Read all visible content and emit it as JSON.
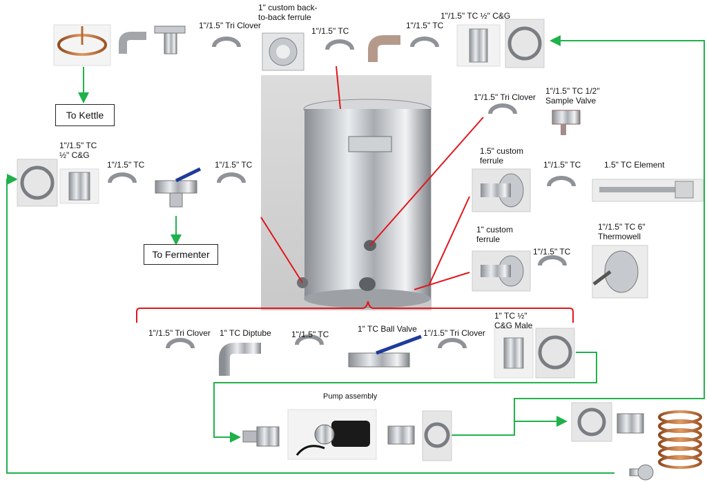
{
  "labels": {
    "tri_clover_1": "1\"/1.5\" Tri Clover",
    "ferrule_b2b": "1\" custom back-to-back ferrule",
    "tc_top_1": "1\"/1.5\" TC",
    "tc_top_2": "1\"/1.5\" TC",
    "tc_cg_top": "1\"/1.5\" TC ½\" C&G",
    "tri_clover_right": "1\"/1.5\" Tri Clover",
    "sample_valve": "1\"/1.5\" TC 1/2\" Sample Valve",
    "ferrule_15": "1.5\" custom ferrule",
    "tc_right_mid": "1\"/1.5\" TC",
    "tc_element": "1.5\" TC Element",
    "ferrule_1": "1\" custom ferrule",
    "tc_right_low": "1\"/1.5\" TC",
    "thermowell": "1\"/1.5\" TC 6\" Thermowell",
    "tc_cg_left": "1\"/1.5\" TC ½\" C&G",
    "tc_left_1": "1\"/1.5\" TC",
    "tc_left_2": "1\"/1.5\" TC",
    "bottom_tri_clover_1": "1\"/1.5\" Tri Clover",
    "diptube": "1\" TC Diptube",
    "bottom_tc": "1\"/1.5\" TC",
    "ball_valve": "1\" TC Ball Valve",
    "bottom_tri_clover_2": "1\"/1.5\" Tri Clover",
    "cg_male": "1\" TC ½\" C&G Male",
    "pump_assembly": "Pump assembly"
  },
  "boxes": {
    "to_kettle": "To Kettle",
    "to_fermenter": "To Fermenter"
  },
  "colors": {
    "red_line": "#e3141b",
    "green_line": "#1fb14a",
    "steel": "#b9bcc0",
    "copper": "#c87a3e"
  }
}
